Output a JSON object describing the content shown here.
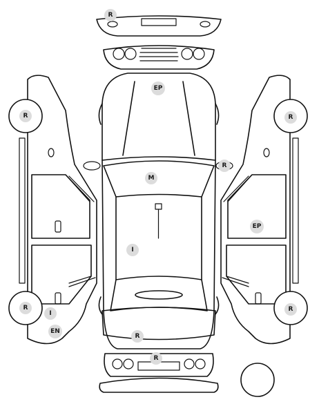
{
  "diagram": {
    "type": "vehicle-damage-inspection-chart",
    "marks": [
      {
        "id": "rear-roof",
        "code": "R"
      },
      {
        "id": "hood",
        "code": "EP"
      },
      {
        "id": "left-front-wheel",
        "code": "R"
      },
      {
        "id": "right-front-wheel",
        "code": "R"
      },
      {
        "id": "right-mirror",
        "code": "R"
      },
      {
        "id": "windshield",
        "code": "M"
      },
      {
        "id": "right-rear-door",
        "code": "EP"
      },
      {
        "id": "roof",
        "code": "I"
      },
      {
        "id": "left-rear-wheel",
        "code": "R"
      },
      {
        "id": "left-rear-fender",
        "code": "I"
      },
      {
        "id": "left-rear-lower",
        "code": "EN"
      },
      {
        "id": "trunk",
        "code": "R"
      },
      {
        "id": "rear-bumper",
        "code": "R"
      },
      {
        "id": "right-rear-wheel",
        "code": "R"
      }
    ]
  }
}
